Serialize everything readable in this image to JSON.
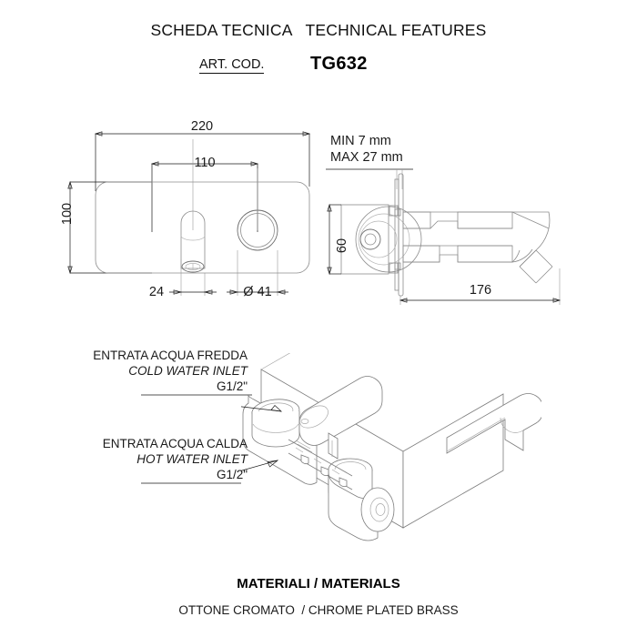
{
  "header": {
    "title_it": "SCHEDA TECNICA",
    "title_en": "TECHNICAL FEATURES",
    "title_combined": "SCHEDA TECNICA   TECHNICAL FEATURES",
    "art_label": "ART. COD.",
    "art_code": "TG632"
  },
  "front_view": {
    "dim_width": "220",
    "dim_center_distance": "110",
    "dim_height": "100",
    "dim_spout_width": "24",
    "dim_handle_diameter": "Ø 41"
  },
  "side_view": {
    "wall_min": "MIN 7 mm",
    "wall_max": "MAX 27 mm",
    "dim_body_height": "60",
    "dim_spout_projection": "176"
  },
  "iso_view": {
    "cold_inlet_it": "ENTRATA ACQUA FREDDA",
    "cold_inlet_en": "COLD WATER INLET",
    "cold_inlet_thread": "G1/2\"",
    "hot_inlet_it": "ENTRATA ACQUA CALDA",
    "hot_inlet_en": "HOT WATER INLET",
    "hot_inlet_thread": "G1/2\""
  },
  "footer": {
    "materials_title": "MATERIALI / MATERIALS",
    "materials_value": "OTTONE CROMATO  / CHROME PLATED BRASS"
  },
  "colors": {
    "ink": "#1a1a1a",
    "part_line": "#8c8c8c",
    "background": "#ffffff"
  }
}
